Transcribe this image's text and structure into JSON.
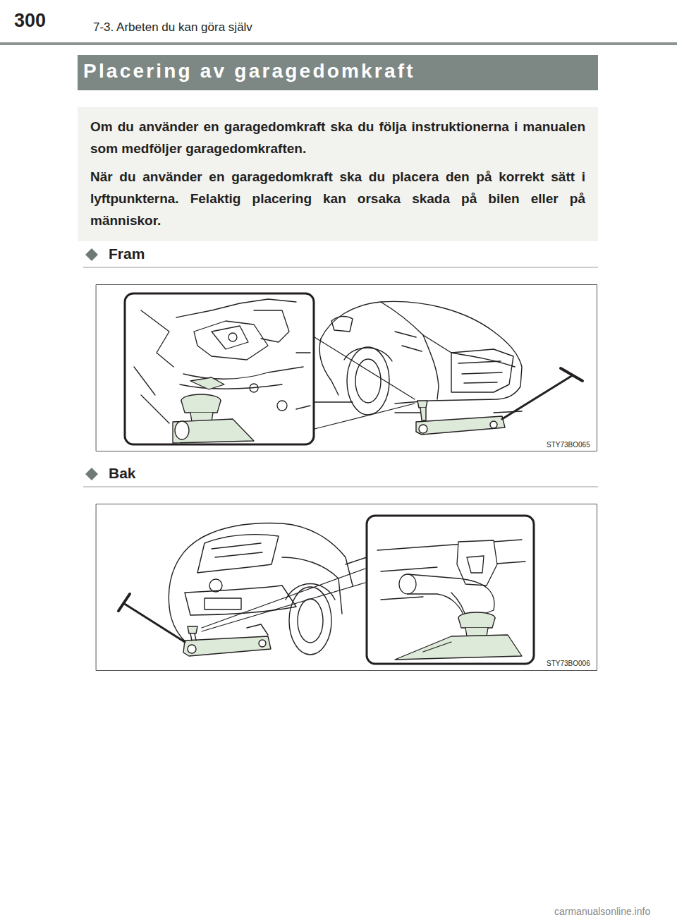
{
  "diagram": {
    "title": "Placering av garagedomkraft",
    "nodes": [
      {
        "text": [
          "Om du använder en garagedomkraft ska du följa instruktionerna i manualen som medföljer garagedomkraften.",
          "När du använder en garagedomkraft ska du placera den på korrekt sätt i lyftpunkterna. Felaktig placering kan orsaka skada på bilen eller på människor."
        ]
      }
    ],
    "labels": [
      "300",
      "7-3. Arbeten du kan göra själv",
      "Fram",
      "Bak",
      "STY73BO065",
      "STY73BO006",
      "carmanualsonline.info"
    ]
  }
}
